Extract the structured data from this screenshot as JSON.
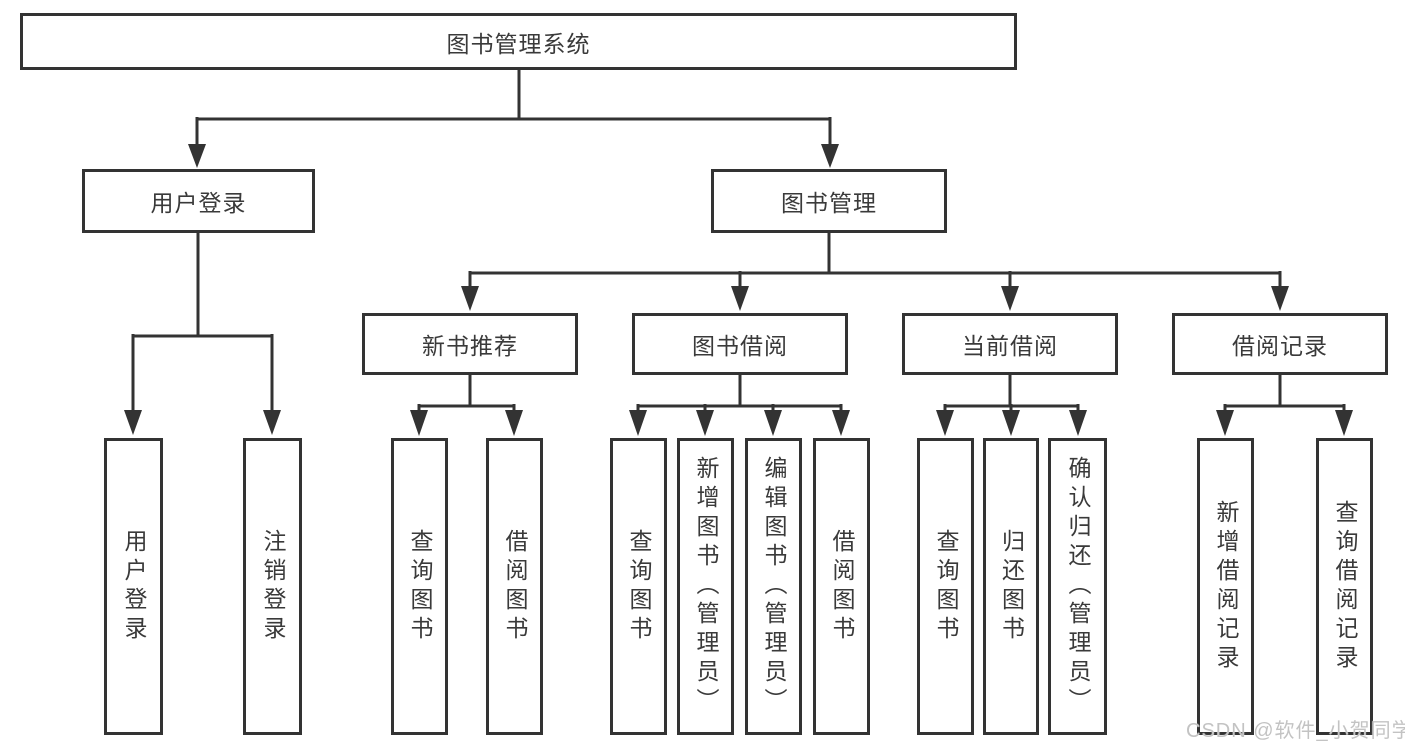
{
  "tree": {
    "root": "图书管理系统",
    "user_login": {
      "label": "用户登录",
      "leaves": [
        "用户登录",
        "注销登录"
      ]
    },
    "book_mgmt": {
      "label": "图书管理",
      "children": [
        {
          "label": "新书推荐",
          "leaves": [
            "查询图书",
            "借阅图书"
          ]
        },
        {
          "label": "图书借阅",
          "leaves": [
            "查询图书",
            "新增图书（管理员）",
            "编辑图书（管理员）",
            "借阅图书"
          ]
        },
        {
          "label": "当前借阅",
          "leaves": [
            "查询图书",
            "归还图书",
            "确认归还（管理员）"
          ]
        },
        {
          "label": "借阅记录",
          "leaves": [
            "新增借阅记录",
            "查询借阅记录"
          ]
        }
      ]
    }
  },
  "watermark": "CSDN @软件_小贺同学",
  "colors": {
    "line": "#333333",
    "text": "#3a3a3a",
    "box_background": "#ffffff",
    "page_background": "#ffffff",
    "watermark": "#c3c3c3"
  }
}
